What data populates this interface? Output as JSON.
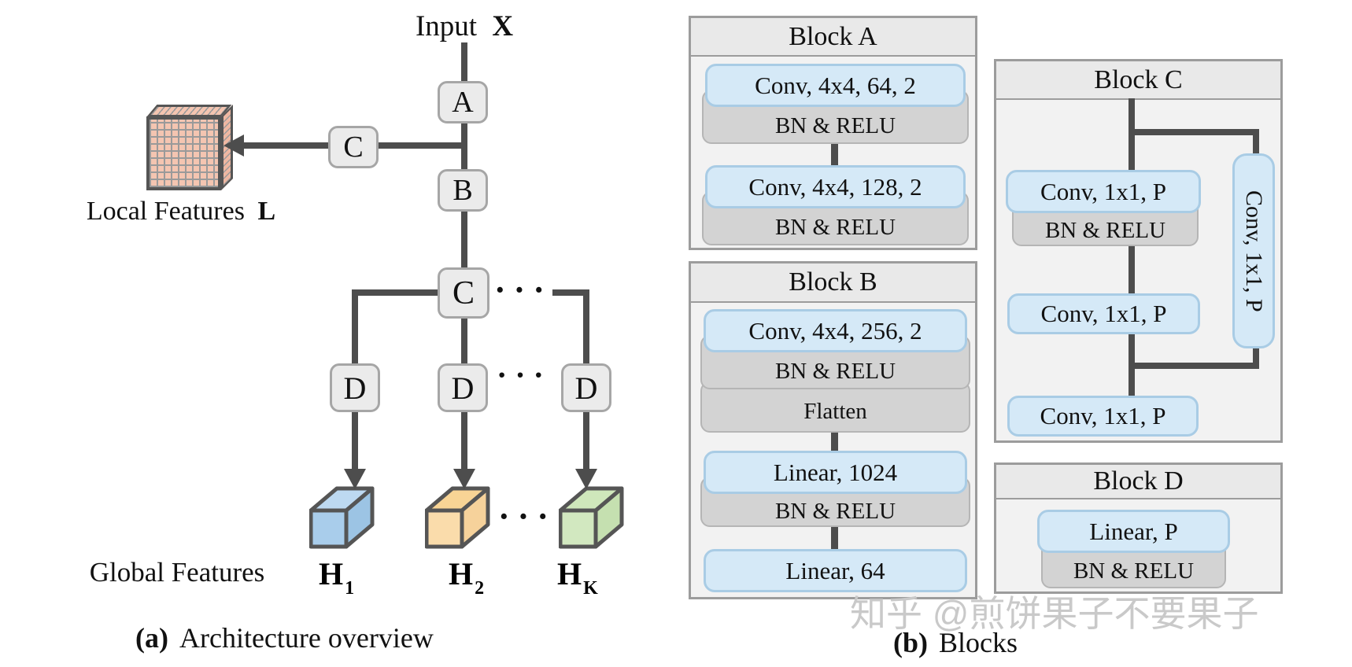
{
  "overview": {
    "input_prefix": "Input",
    "input_var": "X",
    "node_a": "A",
    "node_b": "B",
    "node_c_top": "C",
    "node_c_mid": "C",
    "node_d_left": "D",
    "node_d_mid": "D",
    "node_d_right": "D",
    "ellipsis": "···",
    "local_label": "Local Features",
    "local_var": "L",
    "global_label": "Global Features",
    "h1_base": "H",
    "h1_sub": "1",
    "h2_base": "H",
    "h2_sub": "2",
    "h3_base": "H",
    "h3_sub": "K",
    "caption_tag": "(a)",
    "caption_text": "Architecture overview"
  },
  "blocks": {
    "caption_tag": "(b)",
    "caption_text": "Blocks",
    "block_a": {
      "title": "Block A",
      "conv1": "Conv, 4x4, 64, 2",
      "bn1": "BN & RELU",
      "conv2": "Conv, 4x4, 128, 2",
      "bn2": "BN & RELU"
    },
    "block_b": {
      "title": "Block B",
      "conv1": "Conv, 4x4, 256, 2",
      "bn1": "BN & RELU",
      "flatten": "Flatten",
      "linear1": "Linear, 1024",
      "bn2": "BN & RELU",
      "linear2": "Linear, 64"
    },
    "block_c": {
      "title": "Block C",
      "conv1": "Conv, 1x1, P",
      "bn1": "BN & RELU",
      "conv2": "Conv, 1x1, P",
      "conv3": "Conv, 1x1, P",
      "conv_skip": "Conv, 1x1, P"
    },
    "block_d": {
      "title": "Block D",
      "linear": "Linear, P",
      "bn": "BN & RELU"
    }
  },
  "watermark": "知乎 @煎饼果子不要果子",
  "colors": {
    "line": "#4d4d4d",
    "conv_fill": "#d5e9f7",
    "conv_border": "#a9cce5",
    "op_fill": "#d3d3d3",
    "local_face": "#f4c5b1",
    "h1": {
      "front": "#a9cdeb",
      "top": "#bdd9f1",
      "side": "#9cc4e4"
    },
    "h2": {
      "front": "#fadcab",
      "top": "#f8d495",
      "side": "#f6d29b"
    },
    "h3": {
      "front": "#d2e8c0",
      "top": "#cfe7bb",
      "side": "#c5e0b0"
    }
  }
}
